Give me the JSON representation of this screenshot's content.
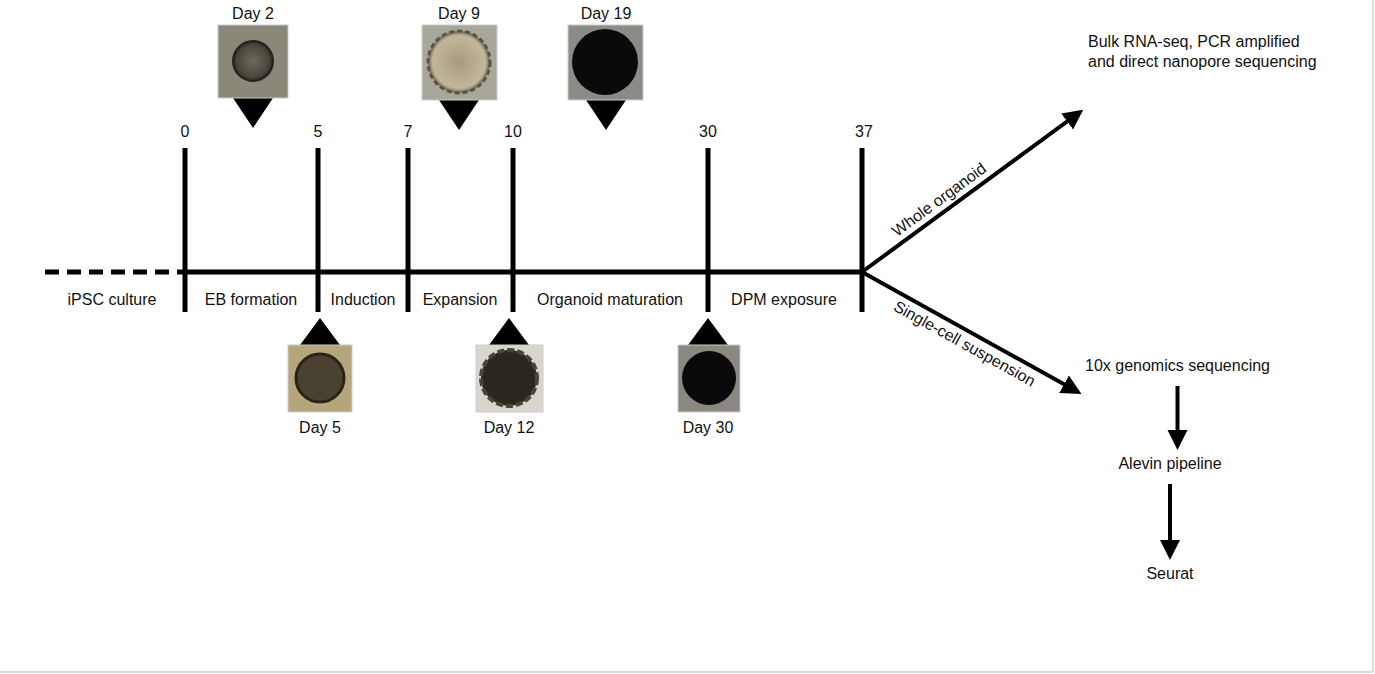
{
  "diagram": {
    "nodes": [
      {
        "text": [
          "Bulk RNA-seq, PCR amplified and direct nanopore sequencing"
        ]
      },
      {
        "text": [
          "10x genomics sequencing"
        ]
      },
      {
        "text": [
          "Alevin pipeline"
        ]
      },
      {
        "text": [
          "Seurat"
        ]
      }
    ],
    "edges": [
      {
        "from": 1,
        "to": 2,
        "arrow": "to"
      },
      {
        "from": 2,
        "to": 3,
        "arrow": "to"
      }
    ],
    "labels": [
      "0",
      "5",
      "7",
      "10",
      "30",
      "37",
      "iPSC culture",
      "EB formation",
      "Induction",
      "Expansion",
      "Organoid maturation",
      "DPM exposure",
      "Day 2",
      "Day 5",
      "Day 9",
      "Day 12",
      "Day 19",
      "Day 30",
      "Whole organoid",
      "Single-cell suspension"
    ]
  }
}
